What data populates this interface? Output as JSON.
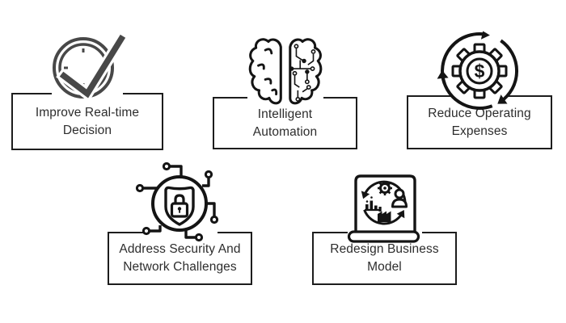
{
  "cards": [
    {
      "label": "Improve Real-time\nDecision",
      "icon": "clock-check"
    },
    {
      "label": "Intelligent\nAutomation",
      "icon": "brain-circuit"
    },
    {
      "label": "Reduce Operating\nExpenses",
      "icon": "gear-dollar-cycle"
    },
    {
      "label": "Address Security And\nNetwork Challenges",
      "icon": "shield-lock-network"
    },
    {
      "label": "Redesign Business\nModel",
      "icon": "document-transformation"
    }
  ],
  "gear_icon_symbol": "$",
  "colors": {
    "bg": "#ffffff",
    "border": "#1d1d1d",
    "text": "#2d2d2d",
    "icon": "#141414",
    "icon_clock": "#484848"
  }
}
